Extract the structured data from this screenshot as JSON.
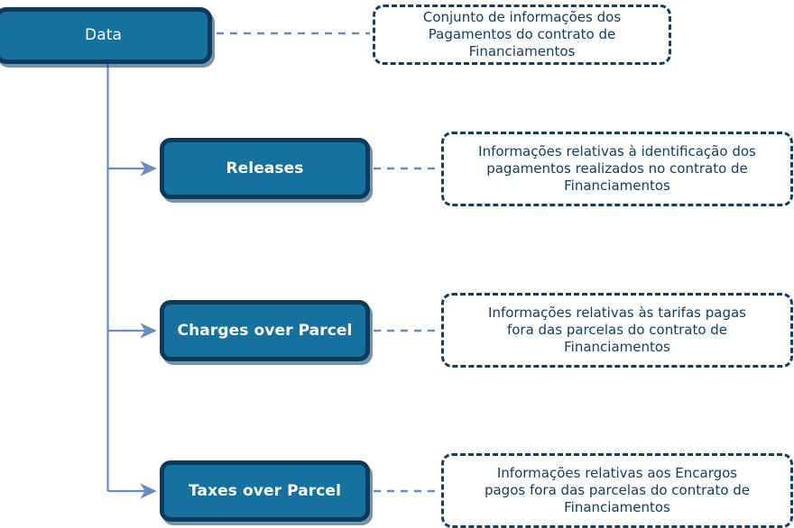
{
  "diagram": {
    "title": "Data structure tree with descriptive callouts",
    "colors": {
      "node_fill": "#16719e",
      "node_border": "#0a3a5c",
      "node_text": "#ffffff",
      "annotation_border": "#123f63",
      "annotation_text": "#123f63",
      "connector": "#6a8cc4",
      "background": "#ffffff"
    },
    "root": {
      "label": "Data",
      "annotation": "Conjunto de informações dos\nPagamentos do contrato de\nFinanciamentos"
    },
    "children": [
      {
        "label": "Releases",
        "annotation": "Informações relativas à identificação dos\npagamentos realizados no contrato de\nFinanciamentos"
      },
      {
        "label": "Charges over Parcel",
        "annotation": "Informações relativas às tarifas pagas\nfora das parcelas do contrato de\nFinanciamentos"
      },
      {
        "label": "Taxes over Parcel",
        "annotation": "Informações relativas aos Encargos\npagos fora das parcelas do contrato de\nFinanciamentos"
      }
    ]
  }
}
